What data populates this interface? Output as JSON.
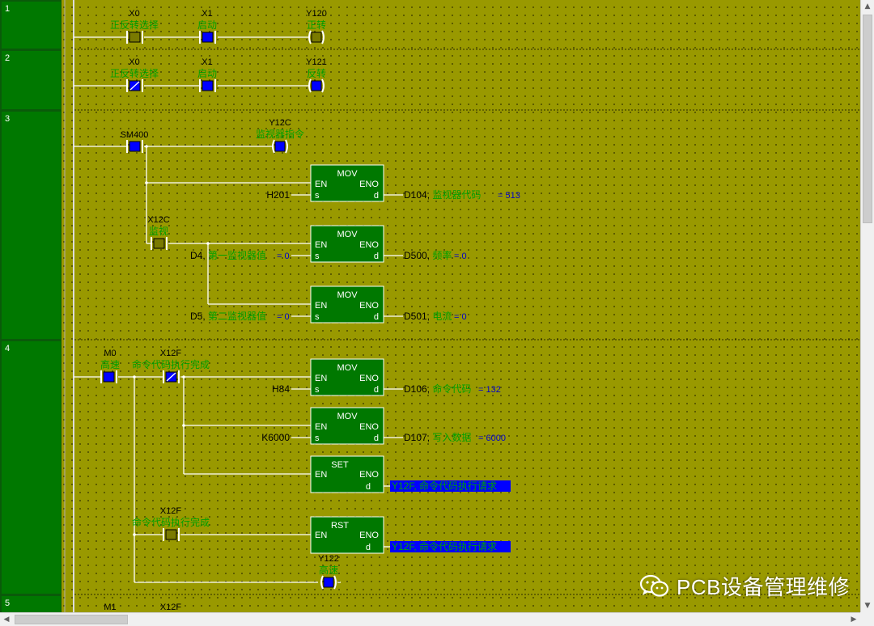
{
  "rungs": {
    "r1": {
      "number": "1",
      "x0": "X0",
      "x0_comment": "正反转选择",
      "x1": "X1",
      "x1_comment": "启动",
      "y": "Y120",
      "y_comment": "正转"
    },
    "r2": {
      "number": "2",
      "x0": "X0",
      "x0_comment": "正反转选择",
      "x1": "X1",
      "x1_comment": "启动",
      "y": "Y121",
      "y_comment": "反转"
    },
    "r3": {
      "number": "3",
      "sm": "SM400",
      "y": "Y12C",
      "y_comment": "监视器指令",
      "mov1": {
        "name": "MOV",
        "en": "EN",
        "eno": "ENO",
        "s": "s",
        "d": "d",
        "src": "H201",
        "dst": "D104, 监视器代码",
        "dst_value": "= 513"
      },
      "x12c": "X12C",
      "x12c_comment": "监视",
      "mov2": {
        "name": "MOV",
        "en": "EN",
        "eno": "ENO",
        "s": "s",
        "d": "d",
        "src": "D4, 第一监视器值",
        "src_value": "= 0",
        "dst": "D500, 频率",
        "dst_value": "= 0"
      },
      "mov3": {
        "name": "MOV",
        "en": "EN",
        "eno": "ENO",
        "s": "s",
        "d": "d",
        "src": "D5, 第二监视器值",
        "src_value": "= 0",
        "dst": "D501, 电流",
        "dst_value": "= 0"
      }
    },
    "r4": {
      "number": "4",
      "m0": "M0",
      "m0_comment": "高速",
      "x12f": "X12F",
      "x12f_comment": "命令代码执行完成",
      "mov1": {
        "name": "MOV",
        "en": "EN",
        "eno": "ENO",
        "s": "s",
        "d": "d",
        "src": "H84",
        "dst": "D106, 命令代码",
        "dst_value": "= 132"
      },
      "mov2": {
        "name": "MOV",
        "en": "EN",
        "eno": "ENO",
        "s": "s",
        "d": "d",
        "src": "K6000",
        "dst": "D107, 写入数据",
        "dst_value": "= 6000"
      },
      "set": {
        "name": "SET",
        "en": "EN",
        "eno": "ENO",
        "d": "d",
        "dst": "Y12F, 命令代码执行请求"
      },
      "x12f_b": "X12F",
      "x12f_b_comment": "命令代码执行完成",
      "rst": {
        "name": "RST",
        "en": "EN",
        "eno": "ENO",
        "d": "d",
        "dst": "Y12F, 命令代码执行请求"
      },
      "y": "Y122",
      "y_comment": "高速"
    },
    "r5": {
      "number": "5",
      "m1": "M1",
      "x12f": "X12F"
    }
  },
  "watermark": "PCB设备管理维修",
  "watermark_icon": "wechat-icon",
  "scrollbar": {
    "up": "▲",
    "down": "▼",
    "left": "◀",
    "right": "▶"
  },
  "colors": {
    "background": "#999900",
    "rung_header": "#007800",
    "function_block": "#007800",
    "active_contact": "#0000ff",
    "output_highlight": "#0000ff",
    "comment_text": "#00a000",
    "value_text": "#0000cc"
  }
}
